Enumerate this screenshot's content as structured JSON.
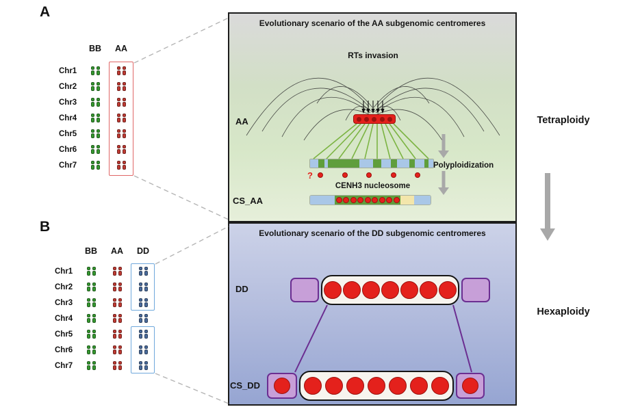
{
  "panels": {
    "a": {
      "label": "A",
      "columns": [
        "BB",
        "AA"
      ],
      "column_colors": [
        "bb_green",
        "aa_red"
      ],
      "chromosomes": [
        "Chr1",
        "Chr2",
        "Chr3",
        "Chr4",
        "Chr5",
        "Chr6",
        "Chr7"
      ]
    },
    "b": {
      "label": "B",
      "columns": [
        "BB",
        "AA",
        "DD"
      ],
      "column_colors": [
        "bb_green",
        "aa_red",
        "dd_blue"
      ],
      "chromosomes": [
        "Chr1",
        "Chr2",
        "Chr3",
        "Chr4",
        "Chr5",
        "Chr6",
        "Chr7"
      ]
    }
  },
  "right": {
    "aa_panel": {
      "title": "Evolutionary scenario of the AA subgenomic centromeres",
      "rts_label": "RTs invasion",
      "aa_label": "AA",
      "polyploidization_label": "Polyploidization",
      "question_mark": "?",
      "cenh3_label": "CENH3 nucleosome",
      "cs_aa_label": "CS_AA",
      "rt_bar_dots": 5,
      "free_dots": 5,
      "tetraploid_bar_segments": [
        {
          "color": "seg_blue",
          "w": 12
        },
        {
          "color": "seg_green",
          "w": 9
        },
        {
          "color": "seg_blue",
          "w": 5
        },
        {
          "color": "seg_green",
          "w": 46
        },
        {
          "color": "seg_blue",
          "w": 20
        },
        {
          "color": "seg_green",
          "w": 12
        },
        {
          "color": "seg_blue",
          "w": 14
        },
        {
          "color": "seg_green",
          "w": 9
        },
        {
          "color": "seg_blue",
          "w": 18
        },
        {
          "color": "seg_green",
          "w": 8
        },
        {
          "color": "seg_blue",
          "w": 14
        },
        {
          "color": "seg_green",
          "w": 6
        },
        {
          "color": "seg_blue",
          "w": 7
        }
      ],
      "cs_aa_bar_segments": [
        {
          "color": "seg_blue",
          "w": 36
        },
        {
          "color": "seg_green",
          "w": 96,
          "dots": 9
        },
        {
          "color": "seg_yellow",
          "w": 20
        },
        {
          "color": "seg_blue",
          "w": 24
        }
      ]
    },
    "dd_panel": {
      "title": "Evolutionary scenario of the DD subgenomic centromeres",
      "dd_label": "DD",
      "cs_dd_label": "CS_DD",
      "dd_center_circles": 7,
      "cs_dd_left_circles": 1,
      "cs_dd_center_circles": 7,
      "cs_dd_right_circles": 1
    }
  },
  "side_labels": {
    "tetraploidy": "Tetraploidy",
    "hexaploidy": "Hexaploidy"
  },
  "colors": {
    "bb_green": "#35982f",
    "aa_red": "#bf3a32",
    "dd_blue": "#4a6b9c",
    "red": "#e4211c",
    "dark_red": "#9a120e",
    "seg_blue": "#a9c7e7",
    "seg_green": "#5f9e3c",
    "seg_yellow": "#f3e6ab",
    "purple_fill": "#c79fd8",
    "purple_line": "#6b2e91",
    "gray_arrow": "#a8a8a8",
    "green_line": "#7cb443",
    "box_red": "#e06666",
    "box_blue": "#6fa8dc",
    "dash_gray": "#b5b5b5"
  }
}
